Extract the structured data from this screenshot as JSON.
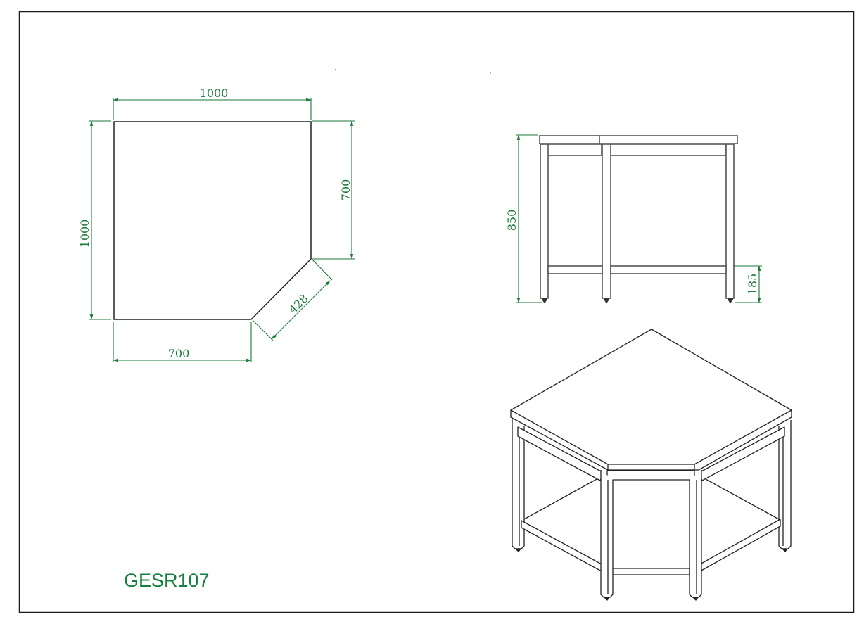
{
  "drawing": {
    "product_code": "GESR107",
    "colors": {
      "dimension": "#1b7a3a",
      "code_text": "#15813f",
      "outline": "#222222",
      "border": "#1a1a1a"
    }
  },
  "plan_view": {
    "dimensions": {
      "top_width": "1000",
      "left_depth": "1000",
      "right_side": "700",
      "bottom_side": "700",
      "diagonal": "428"
    }
  },
  "side_view": {
    "dimensions": {
      "overall_height": "850",
      "shelf_height": "185"
    }
  },
  "isometric_view": {
    "label": ""
  }
}
